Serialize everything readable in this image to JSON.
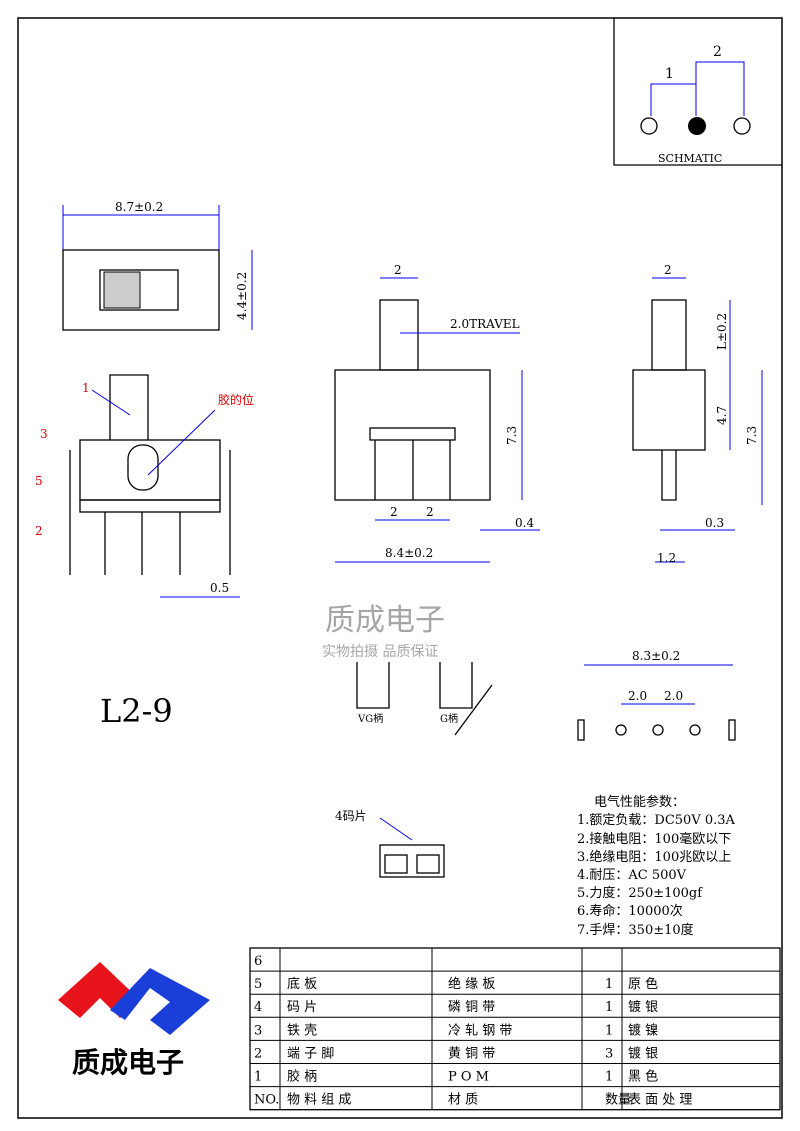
{
  "schematic": {
    "title": "SCHMATIC",
    "pin1": "1",
    "pin2": "2"
  },
  "top_view": {
    "width_dim": "8.7±0.2",
    "height_dim": "4.4±0.2"
  },
  "side_view": {
    "callouts": [
      "1",
      "3",
      "5",
      "2"
    ],
    "label_glue_position": "胶的位",
    "dim_pitch": "0.5"
  },
  "front_view": {
    "dim_handle": "2",
    "travel": "2.0TRAVEL",
    "height": "7.3",
    "pitch_a": "2",
    "pitch_b": "2",
    "width": "8.4±0.2",
    "pin": "0.4"
  },
  "end_view": {
    "dim_handle": "2",
    "handle_len": "L±0.2",
    "h1": "4.7",
    "h2": "7.3",
    "pin": "0.3",
    "pin_w": "1.2"
  },
  "watermark": {
    "name": "质成电子",
    "slogan": "实物拍摄 品质保证"
  },
  "model": "L2-9",
  "handle_types": {
    "vg": "VG柄",
    "g": "G柄"
  },
  "contact_label": "4码片",
  "pcb": {
    "width": "8.3±0.2",
    "pitch_a": "2.0",
    "pitch_b": "2.0"
  },
  "specs": {
    "title": "电气性能参数：",
    "items": [
      "1.额定负载：DC50V 0.3A",
      "2.接触电阻：100毫欧以下",
      "3.绝缘电阻：100兆欧以上",
      "4.耐压：AC 500V",
      "5.力度：250±100gf",
      "6.寿命：10000次",
      "7.手焊：350±10度"
    ]
  },
  "logo": {
    "name": "质成电子",
    "colors": {
      "red": "#e8141c",
      "blue": "#1a3fd8"
    }
  },
  "bom": {
    "rows": [
      [
        "6",
        "",
        "",
        "",
        ""
      ],
      [
        "5",
        "底 板",
        "绝 缘 板",
        "1",
        "原 色"
      ],
      [
        "4",
        "码 片",
        "磷 铜 带",
        "1",
        "镀 银"
      ],
      [
        "3",
        "铁 壳",
        "冷 轧 钢 带",
        "1",
        "镀 镍"
      ],
      [
        "2",
        "端 子 脚",
        "黄 铜 带",
        "3",
        "镀 银"
      ],
      [
        "1",
        "胶 柄",
        "P O M",
        "1",
        "黑 色"
      ],
      [
        "NO.",
        "物 料 组 成",
        "材 质",
        "数量",
        "表 面 处 理"
      ]
    ]
  }
}
